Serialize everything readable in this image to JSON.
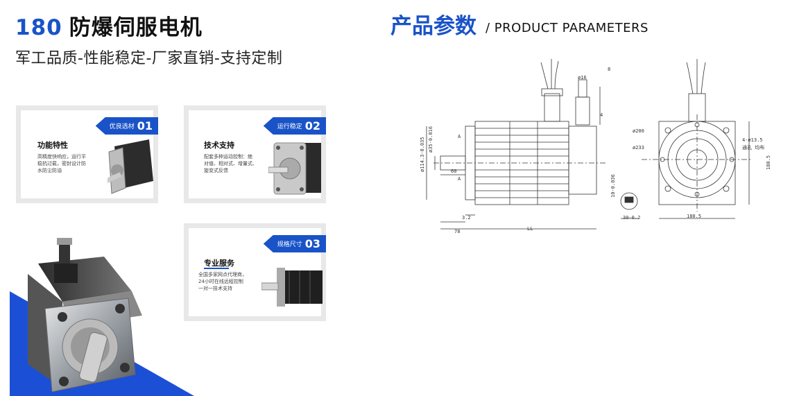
{
  "header": {
    "model_number": "180",
    "title": "防爆伺服电机",
    "subtitle": "军工品质-性能稳定-厂家直销-支持定制"
  },
  "params": {
    "title": "产品参数",
    "subtitle": "/ PRODUCT  PARAMETERS"
  },
  "cards": [
    {
      "tag": "优良选材",
      "num": "01",
      "title": "功能特性",
      "desc": [
        "高精度快响应，运行平",
        "稳抗过载，密封设计防",
        "水防尘防油"
      ]
    },
    {
      "tag": "运行稳定",
      "num": "02",
      "title": "技术支持",
      "desc": [
        "配套多种运动控制：绝",
        "对值、相对式、增量式、",
        "旋变式反馈"
      ]
    },
    {
      "tag": "规格尺寸",
      "num": "03",
      "title": "专业服务",
      "desc": [
        "全国多家网点代理商，",
        "24小时在线远程控制",
        "一对一技术支持"
      ]
    }
  ],
  "drawing": {
    "dims": [
      "ø114.3-0.035",
      "ø35-0.016",
      "60",
      "3.2",
      "78",
      "LL",
      "ø200",
      "ø233",
      "4-ø13.5",
      "通孔 均布",
      "180.5",
      "180.5",
      "10-0.036",
      "30-0.2",
      "8",
      "ø16",
      "4",
      "A",
      "A"
    ]
  }
}
